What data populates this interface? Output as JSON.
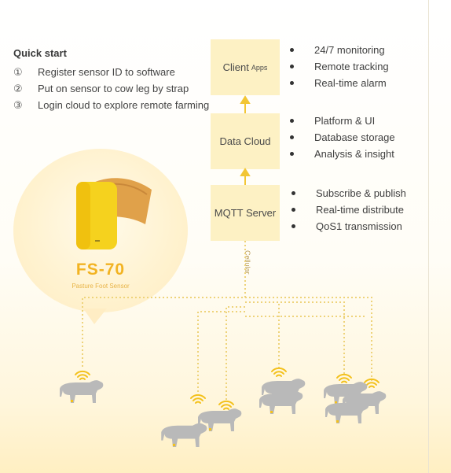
{
  "quick_start": {
    "title": "Quick start",
    "steps": [
      {
        "num": "①",
        "text": "Register sensor ID to software"
      },
      {
        "num": "②",
        "text": "Put on sensor to cow leg by strap"
      },
      {
        "num": "③",
        "text": "Login cloud to explore remote farming"
      }
    ]
  },
  "boxes": {
    "client": {
      "label": "Client",
      "label_small": "Apps"
    },
    "data_cloud": {
      "label": "Data Cloud"
    },
    "mqtt": {
      "label": "MQTT Server"
    }
  },
  "client_features": [
    "24/7 monitoring",
    "Remote tracking",
    "Real-time alarm"
  ],
  "cloud_features": [
    "Platform & UI",
    "Database storage",
    "Analysis & insight"
  ],
  "mqtt_features": [
    "Subscribe & publish",
    "Real-time distribute",
    "QoS1 transmission"
  ],
  "sensor": {
    "model": "FS-70",
    "description": "Pasture Foot Sensor"
  },
  "link_label": "Cellular",
  "colors": {
    "box_fill": "#fdf1c4",
    "accent": "#f2b322",
    "dotted_line": "#eed37a",
    "cow": "#b9b9b9",
    "wifi": "#f3c11c"
  },
  "icons": {
    "cow": "cow-icon",
    "wifi": "wifi-signal-icon",
    "sensor": "foot-sensor-icon"
  }
}
